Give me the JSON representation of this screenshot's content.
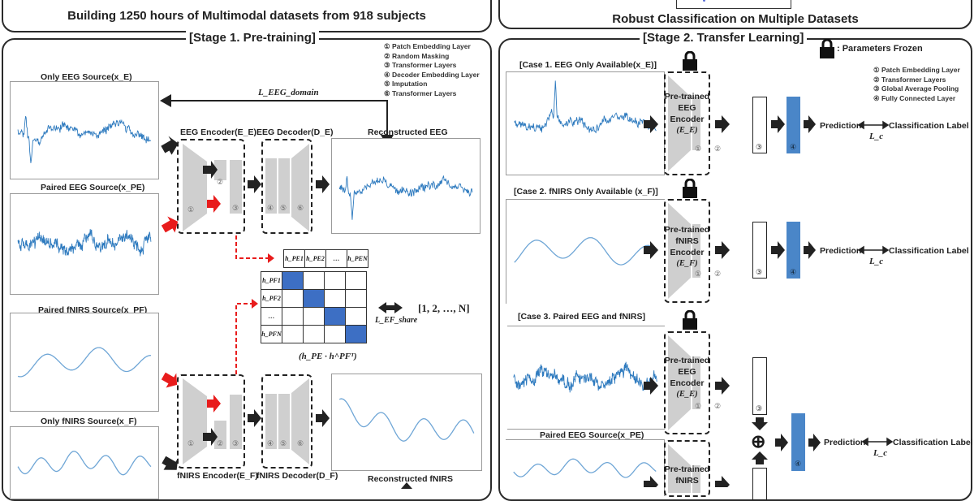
{
  "top": {
    "left_caption": "Building 1250 hours of Multimodal datasets from 918 subjects",
    "right_caption": "Robust Classification on Multiple Datasets"
  },
  "stage1": {
    "title": "[Stage 1. Pre-training]",
    "legend": [
      "① Patch Embedding Layer",
      "② Random Masking",
      "③ Transformer Layers",
      "④ Decoder Embedding Layer",
      "⑤ Imputation",
      "⑥ Transformer Layers"
    ],
    "sources": {
      "only_eeg": "Only EEG Source(x_E)",
      "paired_eeg": "Paired EEG Source(x_PE)",
      "paired_fnirs": "Paired fNIRS Source(x_PF)",
      "only_fnirs": "Only fNIRS Source(x_F)"
    },
    "eeg_encoder": "EEG Encoder(E_E)",
    "eeg_decoder": "EEG Decoder(D_E)",
    "fnirs_encoder": "fNIRS Encoder(E_F)",
    "fnirs_decoder": "fNIRS Decoder(D_F)",
    "reconstructed_eeg": "Reconstructed EEG",
    "reconstructed_fnirs": "Reconstructed fNIRS",
    "loss_eeg_domain": "L_EEG_domain",
    "loss_ef_share": "L_EF_share",
    "target_index": "[1, 2, …, N]",
    "matrix_caption": "(h_PE · h^PFᵀ)",
    "matrix_cols": [
      "h_PE1",
      "h_PE2",
      "…",
      "h_PEN"
    ],
    "matrix_rows": [
      "h_PF1",
      "h_PF2",
      "…",
      "h_PFN"
    ],
    "block_numbers": [
      "①",
      "②",
      "③",
      "④",
      "⑤",
      "⑥"
    ]
  },
  "stage2": {
    "title": "[Stage 2. Transfer Learning]",
    "frozen_legend": ": Parameters Frozen",
    "legend": [
      "① Patch Embedding Layer",
      "② Transformer Layers",
      "③ Global Average Pooling",
      "④ Fully Connected Layer"
    ],
    "cases": [
      {
        "title": "[Case 1. EEG Only Available(x_E)]",
        "encoder_lines": [
          "Pre-trained",
          "EEG",
          "Encoder",
          "(E_E)"
        ]
      },
      {
        "title": "[Case 2. fNIRS Only Available (x_F)]",
        "encoder_lines": [
          "Pre-trained",
          "fNIRS",
          "Encoder",
          "(E_F)"
        ]
      },
      {
        "title": "[Case 3. Paired EEG and fNIRS]",
        "encoder_lines": [
          "Pre-trained",
          "EEG",
          "Encoder",
          "(E_E)"
        ],
        "second_source": "Paired EEG Source(x_PE)",
        "second_encoder_lines": [
          "Pre-trained",
          "fNIRS"
        ]
      }
    ],
    "prediction": "Prediction",
    "classification_label": "Classification Label",
    "loss_c": "L_c",
    "sum_symbol": "⊕",
    "block_numbers": [
      "①",
      "②",
      "③",
      "④"
    ]
  },
  "colors": {
    "signal": "#2f7bbf",
    "signal_smooth": "#6fa6d6",
    "fc_layer": "#4a86c8",
    "matrix_diag": "#3d6fc4",
    "masked_arrow": "#e81c1c",
    "block": "#cfcfcf"
  }
}
